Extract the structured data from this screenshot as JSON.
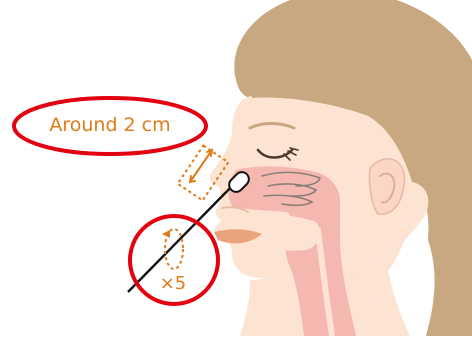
{
  "labels": {
    "depth": "Around 2 cm",
    "repeat": "×5"
  },
  "colors": {
    "hair": "#c8a880",
    "skin": "#fde3d2",
    "nasal_cavity": "#f5b8b0",
    "lips": "#eaa37a",
    "callout_ring": "#e3000f",
    "measure_accent": "#e07b1a",
    "outline": "#8a7f78",
    "swab_line": "#111111"
  },
  "icons": {
    "swab": "nasal-swab",
    "rotation": "rotation-arrow"
  }
}
